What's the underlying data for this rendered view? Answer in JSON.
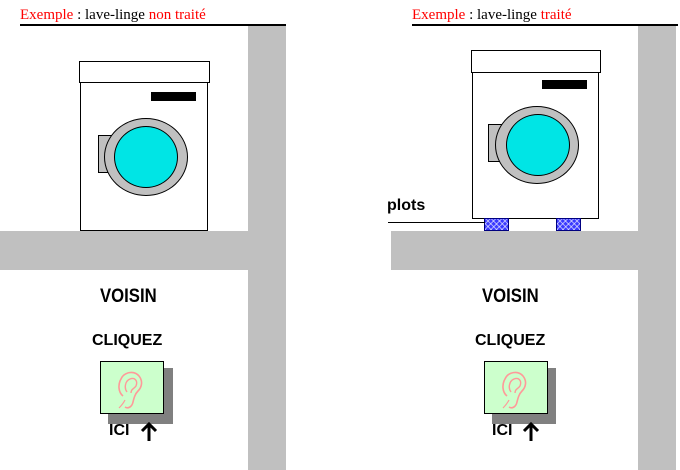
{
  "left_panel": {
    "title_word": "Exemple",
    "title_sep": " : lave-linge ",
    "title_state": "non traité",
    "neighbor_label": "VOISIN",
    "click_label": "CLIQUEZ",
    "here_label": "ICI"
  },
  "right_panel": {
    "title_word": "Exemple",
    "title_sep": " : lave-linge ",
    "title_state": "traité",
    "pads_label": "plots",
    "neighbor_label": "VOISIN",
    "click_label": "CLIQUEZ",
    "here_label": "ICI"
  },
  "icons": {
    "ear": "ear-icon",
    "arrow": "arrow-up-icon"
  },
  "colors": {
    "title_accent": "#ff0000",
    "wall": "#c0c0c0",
    "door_glass": "#00e5e5",
    "button_face": "#ccffcc",
    "ear_stroke": "#ff9999",
    "pads": "#3a3aff"
  }
}
